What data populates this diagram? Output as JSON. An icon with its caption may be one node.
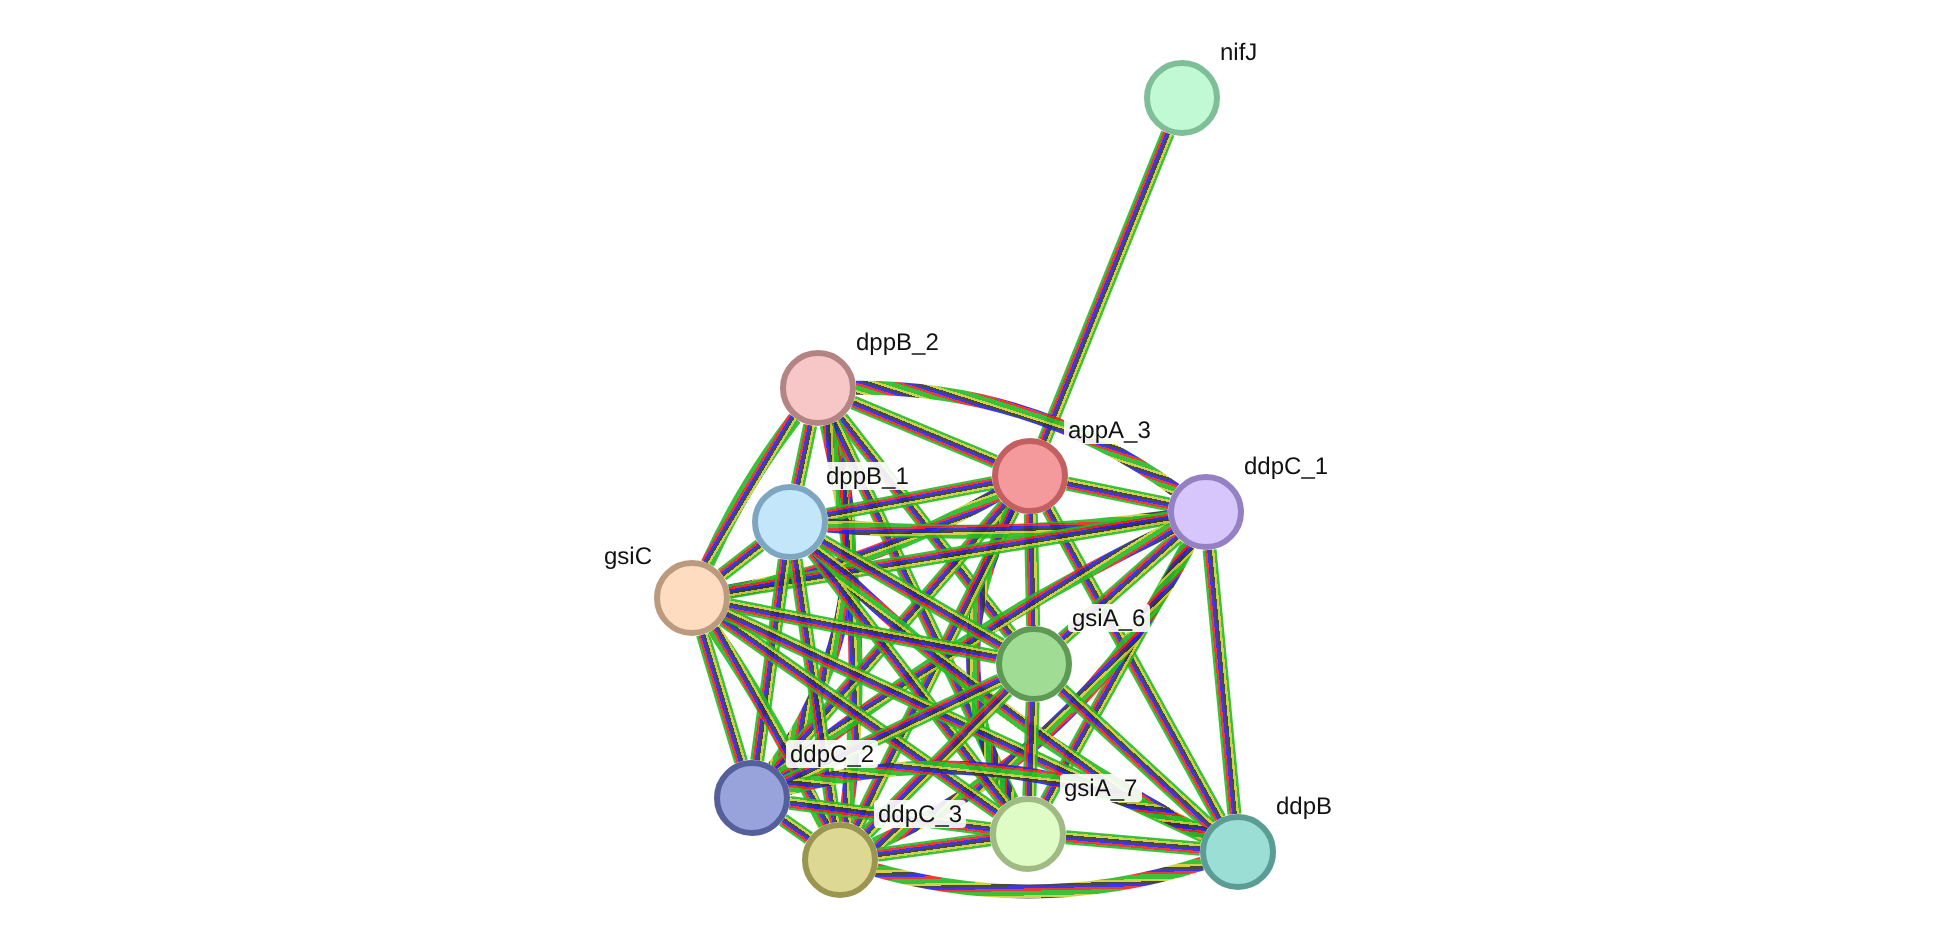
{
  "diagram": {
    "nodes": [
      {
        "text": [],
        "shape": "circle",
        "beside": [
          "nifJ"
        ]
      },
      {
        "text": [],
        "shape": "circle",
        "beside": [
          "dppB_2"
        ]
      },
      {
        "text": [],
        "shape": "circle",
        "beside": [
          "appA_3"
        ]
      },
      {
        "text": [],
        "shape": "circle",
        "beside": [
          "ddpC_1"
        ]
      },
      {
        "text": [],
        "shape": "circle",
        "beside": [
          "dppB_1"
        ]
      },
      {
        "text": [],
        "shape": "circle",
        "beside": [
          "gsiC"
        ]
      },
      {
        "text": [],
        "shape": "circle",
        "beside": [
          "gsiA_6"
        ]
      },
      {
        "text": [],
        "shape": "circle",
        "beside": [
          "ddpC_2"
        ]
      },
      {
        "text": [],
        "shape": "circle",
        "beside": [
          "gsiA_7"
        ]
      },
      {
        "text": [],
        "shape": "circle",
        "beside": [
          "ddpC_3"
        ]
      },
      {
        "text": [],
        "shape": "circle",
        "beside": [
          "ddpB"
        ]
      }
    ],
    "edges": [
      {
        "from": 0,
        "to": 2,
        "arrow": "none"
      },
      {
        "from": 1,
        "to": 2,
        "arrow": "none"
      },
      {
        "from": 1,
        "to": 3,
        "arrow": "none"
      },
      {
        "from": 1,
        "to": 4,
        "arrow": "none"
      },
      {
        "from": 1,
        "to": 5,
        "arrow": "none"
      },
      {
        "from": 1,
        "to": 6,
        "arrow": "none"
      },
      {
        "from": 1,
        "to": 7,
        "arrow": "none"
      },
      {
        "from": 1,
        "to": 8,
        "arrow": "none"
      },
      {
        "from": 1,
        "to": 9,
        "arrow": "none"
      },
      {
        "from": 2,
        "to": 3,
        "arrow": "none"
      },
      {
        "from": 2,
        "to": 4,
        "arrow": "none"
      },
      {
        "from": 2,
        "to": 5,
        "arrow": "none"
      },
      {
        "from": 2,
        "to": 6,
        "arrow": "none"
      },
      {
        "from": 2,
        "to": 7,
        "arrow": "none"
      },
      {
        "from": 2,
        "to": 8,
        "arrow": "none"
      },
      {
        "from": 2,
        "to": 9,
        "arrow": "none"
      },
      {
        "from": 2,
        "to": 10,
        "arrow": "none"
      },
      {
        "from": 3,
        "to": 4,
        "arrow": "none"
      },
      {
        "from": 3,
        "to": 5,
        "arrow": "none"
      },
      {
        "from": 3,
        "to": 6,
        "arrow": "none"
      },
      {
        "from": 3,
        "to": 7,
        "arrow": "none"
      },
      {
        "from": 3,
        "to": 8,
        "arrow": "none"
      },
      {
        "from": 3,
        "to": 9,
        "arrow": "none"
      },
      {
        "from": 3,
        "to": 10,
        "arrow": "none"
      },
      {
        "from": 4,
        "to": 5,
        "arrow": "none"
      },
      {
        "from": 4,
        "to": 6,
        "arrow": "none"
      },
      {
        "from": 4,
        "to": 7,
        "arrow": "none"
      },
      {
        "from": 4,
        "to": 8,
        "arrow": "none"
      },
      {
        "from": 4,
        "to": 9,
        "arrow": "none"
      },
      {
        "from": 4,
        "to": 10,
        "arrow": "none"
      },
      {
        "from": 5,
        "to": 6,
        "arrow": "none"
      },
      {
        "from": 5,
        "to": 7,
        "arrow": "none"
      },
      {
        "from": 5,
        "to": 8,
        "arrow": "none"
      },
      {
        "from": 5,
        "to": 9,
        "arrow": "none"
      },
      {
        "from": 5,
        "to": 10,
        "arrow": "none"
      },
      {
        "from": 6,
        "to": 7,
        "arrow": "none"
      },
      {
        "from": 6,
        "to": 8,
        "arrow": "none"
      },
      {
        "from": 6,
        "to": 9,
        "arrow": "none"
      },
      {
        "from": 6,
        "to": 10,
        "arrow": "none"
      },
      {
        "from": 7,
        "to": 8,
        "arrow": "none"
      },
      {
        "from": 7,
        "to": 9,
        "arrow": "none"
      },
      {
        "from": 7,
        "to": 10,
        "arrow": "none"
      },
      {
        "from": 8,
        "to": 9,
        "arrow": "none"
      },
      {
        "from": 8,
        "to": 10,
        "arrow": "none"
      },
      {
        "from": 9,
        "to": 10,
        "arrow": "none"
      }
    ]
  }
}
